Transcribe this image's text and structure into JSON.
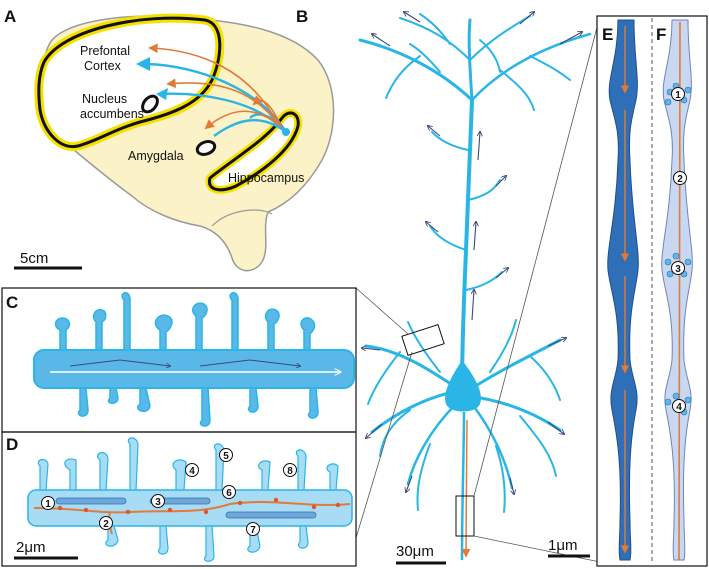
{
  "panels": {
    "a": "A",
    "b": "B",
    "c": "C",
    "d": "D",
    "e": "E",
    "f": "F"
  },
  "regions": {
    "prefrontal_line1": "Prefontal",
    "prefrontal_line2": "Cortex",
    "nucleus_line1": "Nucleus",
    "nucleus_line2": "accumbens",
    "amygdala": "Amygdala",
    "hippocampus": "Hippocampus"
  },
  "scale_bars": {
    "brain": "5cm",
    "neuron": "30μm",
    "dendrite": "2μm",
    "axon": "1μm"
  },
  "markers": [
    "1",
    "2",
    "3",
    "4",
    "5",
    "6",
    "7",
    "8"
  ],
  "axon_markers": [
    "1",
    "2",
    "3",
    "4"
  ],
  "colors": {
    "neuron_blue": "#29b6e6",
    "dendrite_fill": "#5ab8e8",
    "axon_dark": "#2f6fb8",
    "projection_orange": "#e07b39",
    "highlight_yellow": "#f6e000",
    "brain_fill": "#fbf2c8"
  }
}
